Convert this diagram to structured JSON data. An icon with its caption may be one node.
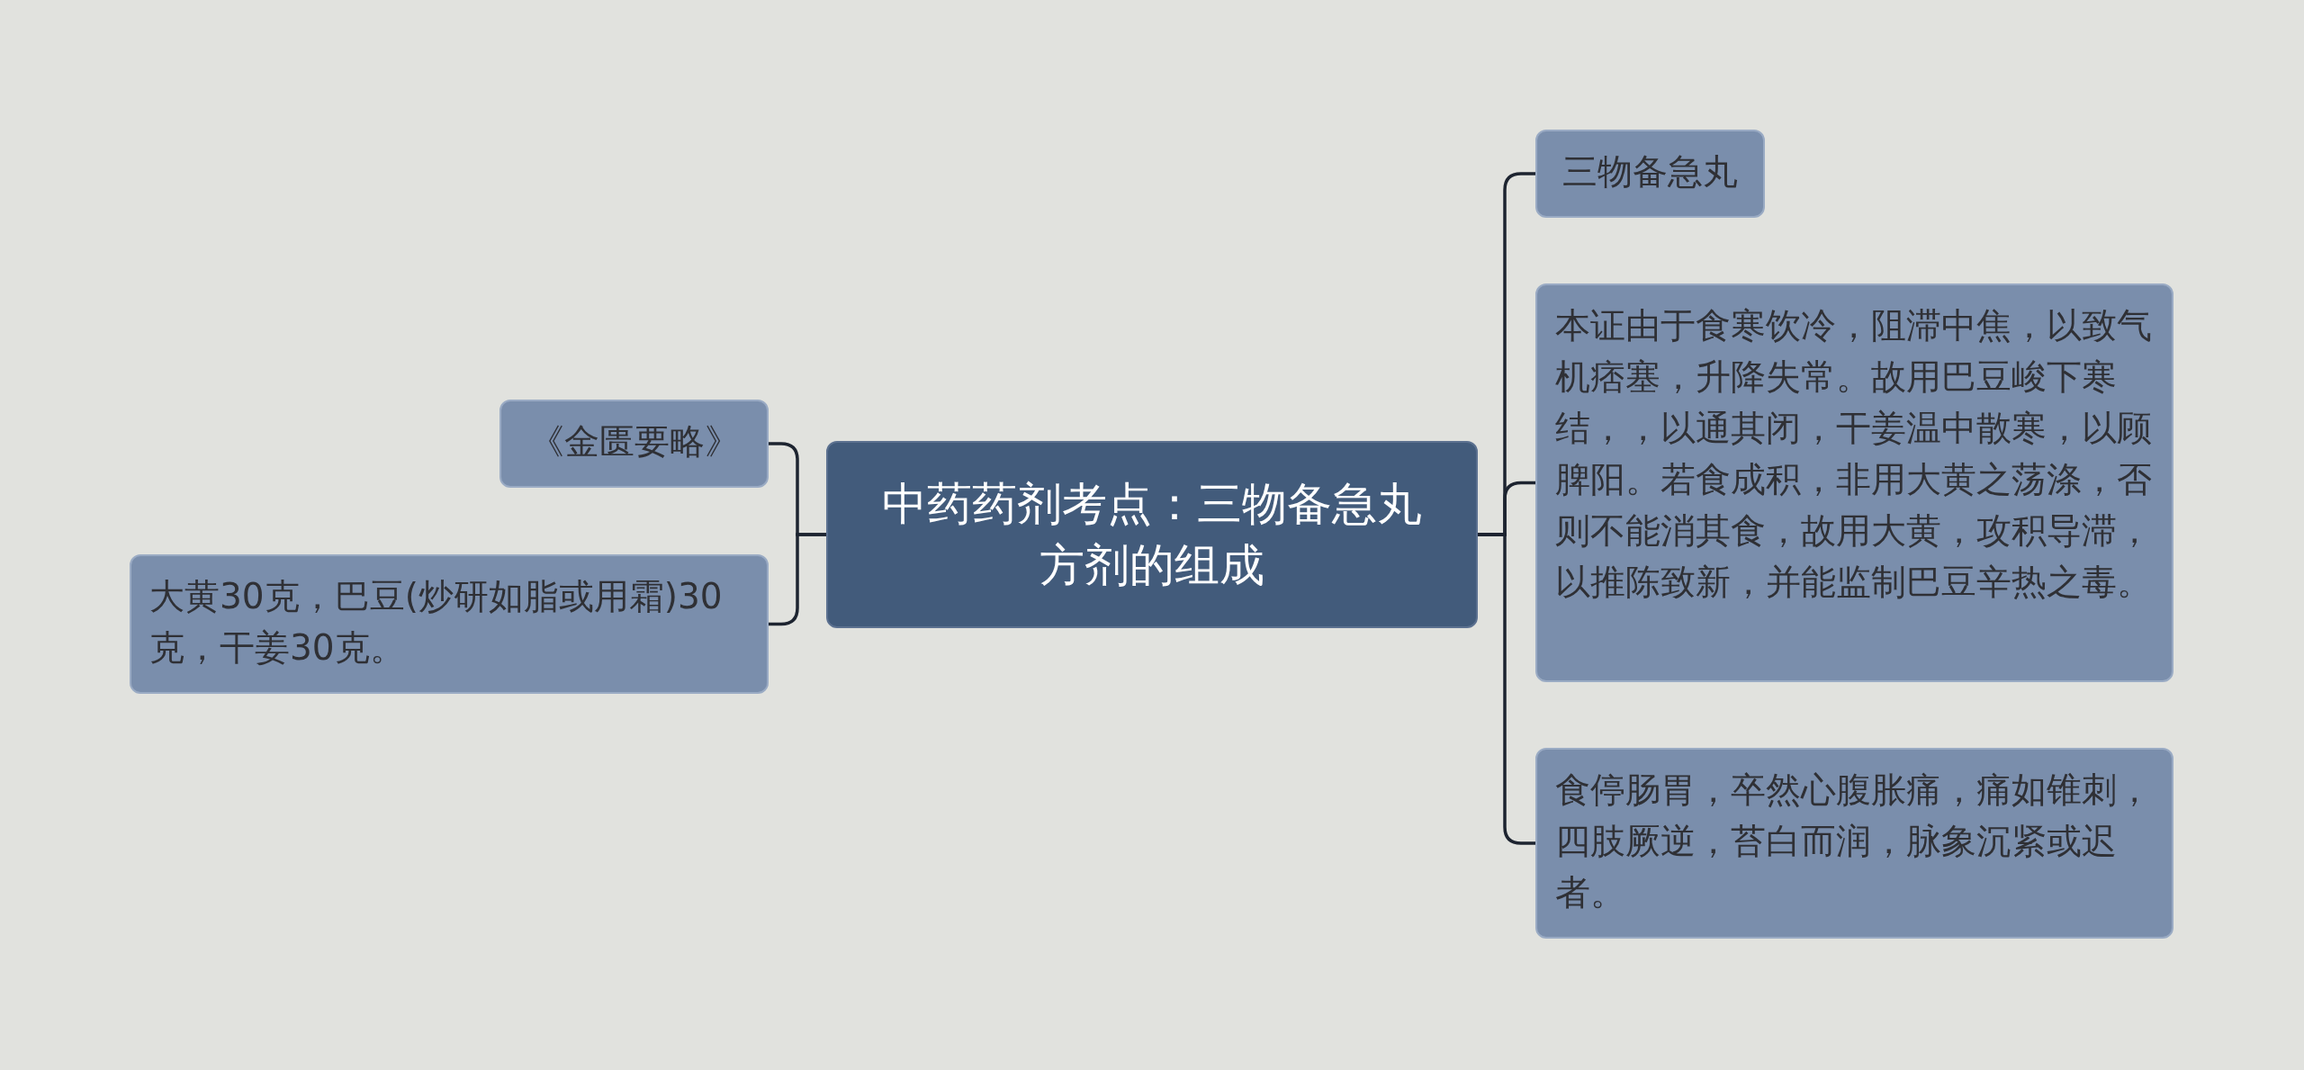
{
  "diagram": {
    "nodes": [
      {
        "text": [
          "中药药剂考点：三物备急丸方剂的组成"
        ]
      },
      {
        "text": [
          "《金匮要略》"
        ]
      },
      {
        "text": [
          "大黄30克，巴豆(炒研如脂或用霜)30克，干姜30克。"
        ]
      },
      {
        "text": [
          "三物备急丸"
        ]
      },
      {
        "text": [
          "本证由于食寒饮冷，阻滞中焦，以致气机痞塞，升降失常。故用巴豆峻下寒结，，以通其闭，干姜温中散寒，以顾脾阳。若食成积，非用大黄之荡涤，否则不能消其食，故用大黄，攻积导滞，以推陈致新，并能监制巴豆辛热之毒。"
        ]
      },
      {
        "text": [
          "食停肠胃，卒然心腹胀痛，痛如锥刺，四肢厥逆，苔白而润，脉象沉紧或迟者。"
        ]
      }
    ],
    "edges": [
      {
        "from": 0,
        "to": 1,
        "arrow": "none"
      },
      {
        "from": 0,
        "to": 2,
        "arrow": "none"
      },
      {
        "from": 0,
        "to": 3,
        "arrow": "none"
      },
      {
        "from": 0,
        "to": 4,
        "arrow": "none"
      },
      {
        "from": 0,
        "to": 5,
        "arrow": "none"
      }
    ]
  }
}
